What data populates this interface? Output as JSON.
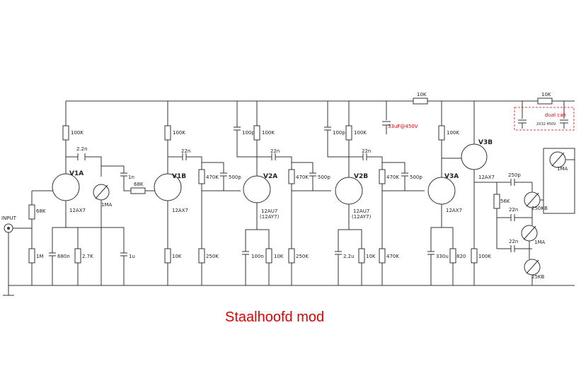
{
  "title": "Staalhoofd mod",
  "input_label": "INPUT",
  "tubes": [
    {
      "name": "V1A",
      "type": "12AX7"
    },
    {
      "name": "V1B",
      "type": "12AX7"
    },
    {
      "name": "V2A",
      "type": "12AU7",
      "alt": "(12AY7)"
    },
    {
      "name": "V2B",
      "type": "12AU7",
      "alt": "(12AY7)"
    },
    {
      "name": "V3A",
      "type": "12AX7"
    },
    {
      "name": "V3B",
      "type": "12AX7"
    }
  ],
  "labels": {
    "r_68k_in": "68K",
    "r_1m": "1M",
    "c_680n": "680n",
    "r_2k7": "2.7K",
    "c_1u": "1u",
    "r_100k_a": "100K",
    "c_2n2": "2.2n",
    "c_1n": "1n",
    "pot_1ma": "1MA",
    "r_68k_mid": "68K",
    "r_100k_b": "100K",
    "c_22n_a": "22n",
    "r_10k_a": "10K",
    "r_470k_a": "470K",
    "c_500p_a": "500p",
    "r_250k_a": "250K",
    "c_100p_a": "100p",
    "r_100k_c": "100K",
    "c_22n_b": "22n",
    "c_100n": "100n",
    "r_10k_b": "10K",
    "r_470k_b": "470K",
    "c_500p_b": "500p",
    "r_250k_b": "250K",
    "c_100p_b": "100p",
    "r_100k_d": "100K",
    "c_22n_c": "22n",
    "c_2u2": "2.2u",
    "r_10k_c": "10K",
    "r_470k_c": "470K",
    "c_500p_c": "500p",
    "r_470k_d": "470K",
    "r_100k_e": "100K",
    "c_330u": "330u",
    "r_820": "820",
    "r_10k_top1": "10K",
    "r_10k_top2": "10K",
    "cap_filter": "33uF@450V",
    "dual_can": "dual can",
    "dual_can_spec": "2X32 450V",
    "r_100k_f": "100K",
    "c_250p": "250p",
    "r_56k": "56K",
    "c_22n_d": "22n",
    "pot_250kb": "250KB",
    "c_22n_e": "22n",
    "pot_1ma_tone": "1MA",
    "pot_25kb": "25KB",
    "pot_1ma_out": "1MA"
  }
}
